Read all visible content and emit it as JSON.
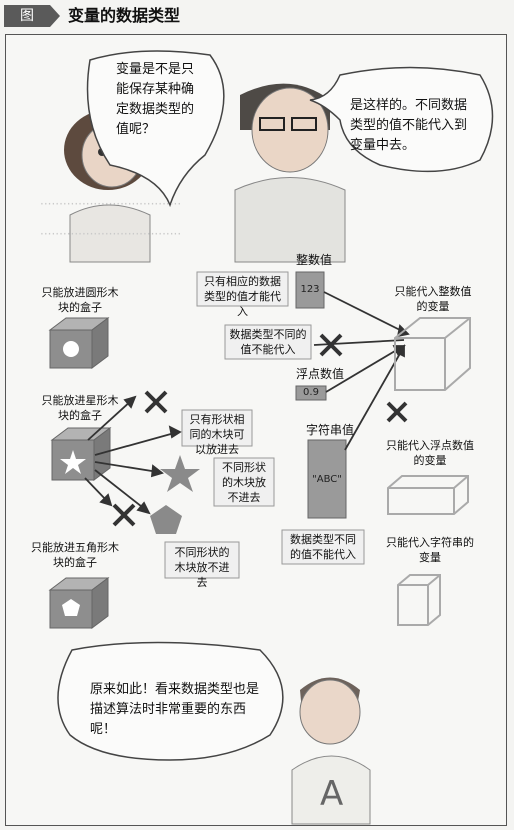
{
  "header": {
    "badge": "图",
    "title": "变量的数据类型"
  },
  "dialog": {
    "girl_bubble": "变量是不是只能保存某种确定数据类型的值呢？",
    "man_bubble": "是这样的。不同数据类型的值不能代入到变量中去。",
    "boy_bubble": "原来如此！看来数据类型也是描述算法时非常重要的东西呢！"
  },
  "boxes_left": {
    "round_box": "只能放进圆形木块的盒子",
    "star_box": "只能放进星形木块的盒子",
    "pentagon_box": "只能放进五角形木块的盒子"
  },
  "notes_left": {
    "same_shape": "只有形状相同的木块可以放进去",
    "diff_shape_1": "不同形状的木块放不进去",
    "diff_shape_2": "不同形状的木块放不进去"
  },
  "values": {
    "int_title": "整数值",
    "int_value": "123",
    "float_title": "浮点数值",
    "float_value": "0.9",
    "string_title": "字符串值",
    "string_value": "\"ABC\""
  },
  "notes_right": {
    "matching_only": "只有相应的数据类型的值才能代入",
    "diff_type_1": "数据类型不同的值不能代入",
    "diff_type_2": "数据类型不同的值不能代入"
  },
  "variables": {
    "int_var": "只能代入整数值的变量",
    "float_var": "只能代入浮点数值的变量",
    "string_var": "只能代入字符串的变量"
  },
  "colors": {
    "box_gray": "#9a9a9a",
    "shape_gray": "#8a8a8a",
    "line": "#333333"
  },
  "icons": [
    "circle-block-icon",
    "star-block-icon",
    "pentagon-block-icon",
    "cross-icon",
    "cube-icon"
  ]
}
